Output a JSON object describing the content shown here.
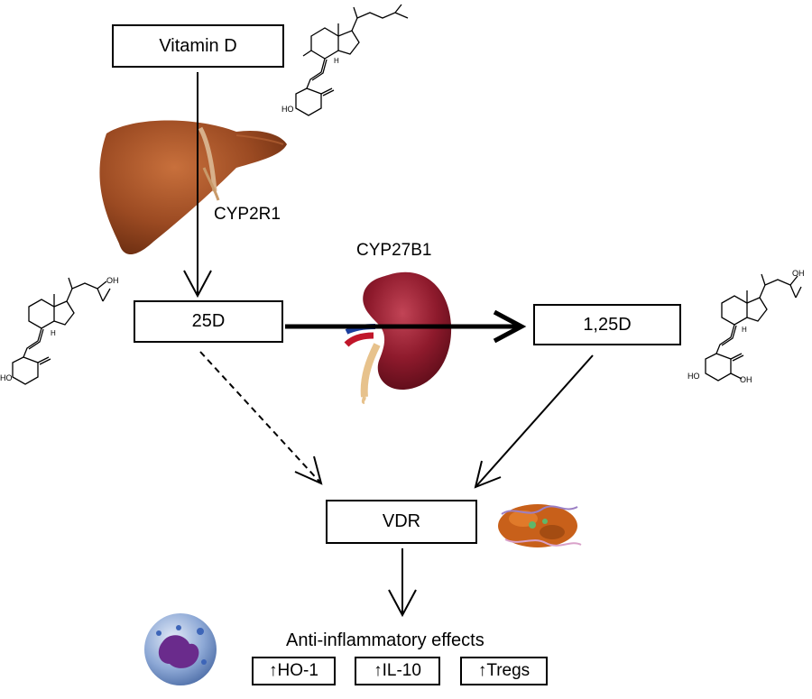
{
  "nodes": {
    "vitamin_d": "Vitamin D",
    "d25": "25D",
    "d125": "1,25D",
    "vdr": "VDR"
  },
  "enzymes": {
    "liver": "CYP2R1",
    "kidney": "CYP27B1"
  },
  "effects": {
    "title": "Anti-inflammatory effects",
    "items": [
      "↑HO-1",
      "↑IL-10",
      "↑Tregs"
    ]
  },
  "molecule_labels": {
    "oh": "OH",
    "ho": "HO",
    "h": "H"
  },
  "icons": [
    "liver-illustration",
    "kidney-illustration",
    "vdr-protein-illustration",
    "immune-cell-illustration",
    "vitamin-d-structure-icon",
    "25d-structure-icon",
    "125d-structure-icon"
  ]
}
